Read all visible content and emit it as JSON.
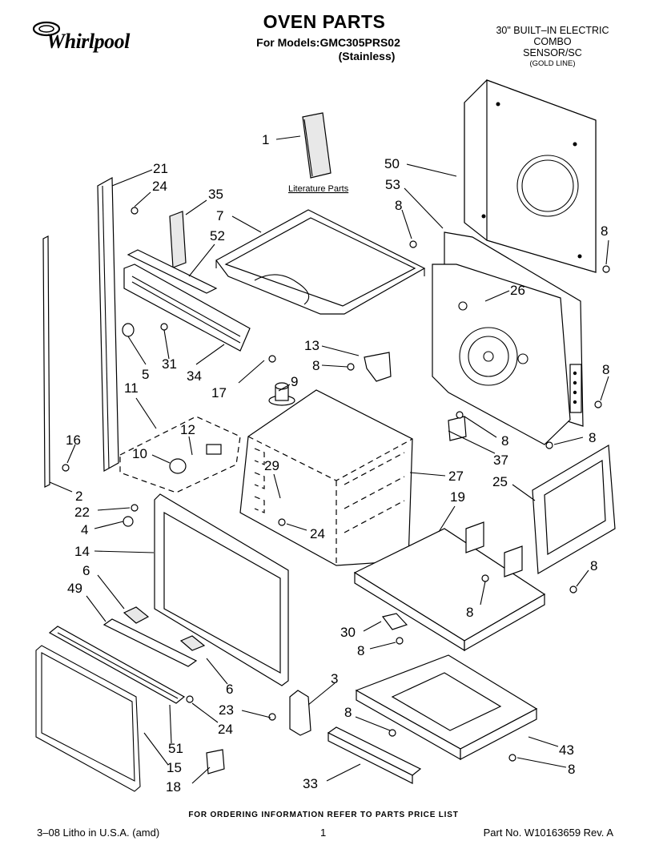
{
  "header": {
    "brand": "Whirlpool",
    "title": "OVEN PARTS",
    "models_line1": "For Models:GMC305PRS02",
    "models_line2": "(Stainless)",
    "spec_line1": "30\" BUILT–IN ELECTRIC",
    "spec_line2": "COMBO",
    "spec_line3": "SENSOR/SC",
    "spec_line4": "(GOLD LINE)"
  },
  "diagram": {
    "literature_label": "Literature Parts",
    "labels": {
      "l1": "1",
      "l50": "50",
      "l53": "53",
      "l21": "21",
      "l24a": "24",
      "l35": "35",
      "l7": "7",
      "l52": "52",
      "l8a": "8",
      "l8b": "8",
      "l26": "26",
      "l5": "5",
      "l31": "31",
      "l34": "34",
      "l13": "13",
      "l8c": "8",
      "l9": "9",
      "l17": "17",
      "l11": "11",
      "l8d": "8",
      "l16": "16",
      "l12": "12",
      "l10": "10",
      "l8e": "8",
      "l8f": "8",
      "l37": "37",
      "l29": "29",
      "l27": "27",
      "l2": "2",
      "l22": "22",
      "l25": "25",
      "l19": "19",
      "l4": "4",
      "l24b": "24",
      "l14": "14",
      "l6a": "6",
      "l8g": "8",
      "l49": "49",
      "l8h": "8",
      "l30": "30",
      "l8i": "8",
      "l6b": "6",
      "l3": "3",
      "l23": "23",
      "l24c": "24",
      "l8j": "8",
      "l51": "51",
      "l43": "43",
      "l15": "15",
      "l8k": "8",
      "l18": "18",
      "l33": "33"
    }
  },
  "footer": {
    "order_note": "FOR ORDERING INFORMATION REFER TO PARTS PRICE LIST",
    "litho": "3–08 Litho in U.S.A. (amd)",
    "page": "1",
    "part_no": "Part No. W10163659 Rev. A"
  }
}
